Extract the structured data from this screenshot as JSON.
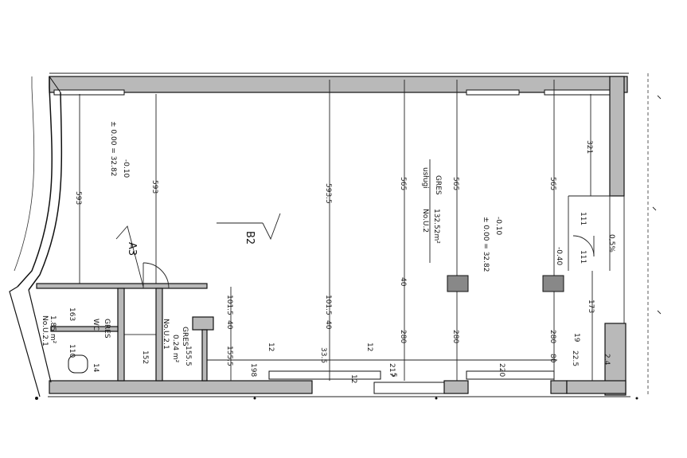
{
  "room": {
    "number": "No.U.2",
    "use": "usługi",
    "area": "132.52m²",
    "floor": "GRES",
    "elevation": "± 0.00 = 32.82",
    "elevation_main": "± 0.00 = 32.82",
    "level_main": "-0.10",
    "level_top": "-0.10",
    "level_right": "-0.40"
  },
  "wc": {
    "number": "No.U.2.1",
    "area": "1.85 m²",
    "use": "WC",
    "floor": "GRES"
  },
  "vestibule": {
    "number": "No.U.2.1",
    "area": "0.24 m²",
    "floor": "GRES"
  },
  "section_marks": {
    "a": "A3",
    "b": "B2"
  },
  "slope_label": "0,5%",
  "dims": {
    "d593a": "593",
    "d593b": "593",
    "d5935": "593.5",
    "d565a": "565",
    "d565b": "565",
    "d565c": "565",
    "d321": "321",
    "d101a": "101.5",
    "d101b": "101.5",
    "d40a": "40",
    "d40b": "40",
    "d40c": "40",
    "d280a": "280",
    "d280b": "280",
    "d280c": "280",
    "d155a": "155.5",
    "d155b": "155.5",
    "d198": "198",
    "d217": "217",
    "d220": "220",
    "d173": "173",
    "d335": "33.5",
    "d152": "152",
    "d163": "163",
    "d110": "110",
    "d111a": "111",
    "d111b": "111",
    "d12a": "12",
    "d12b": "12",
    "d12c": "12",
    "d80": "80",
    "d19": "19",
    "d24": "2.4",
    "d14": "14",
    "d5": "5",
    "d225": "22.5"
  }
}
